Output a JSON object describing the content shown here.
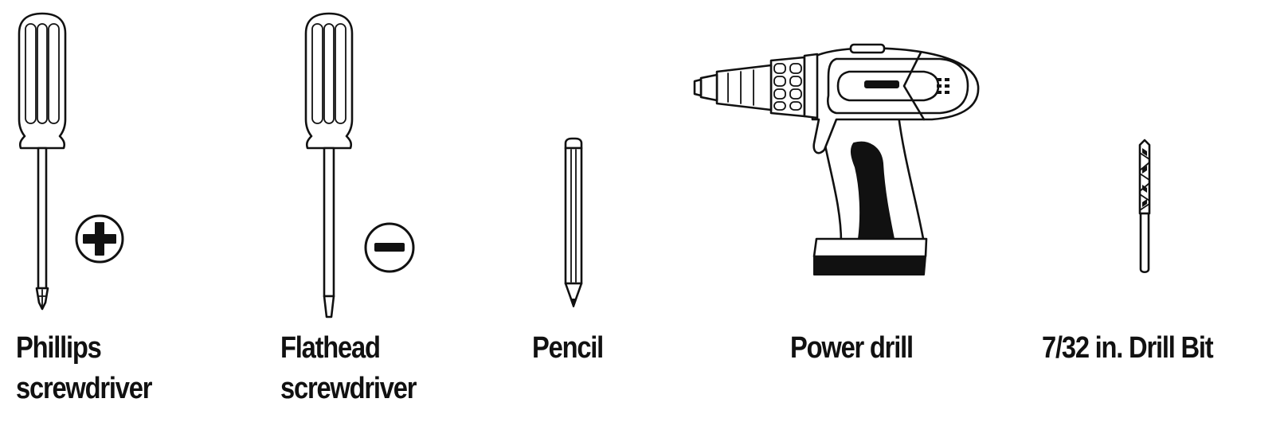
{
  "tools": [
    {
      "id": "phillips",
      "icon": "phillips-screwdriver-icon",
      "label_lines": [
        "Phillips",
        "screwdriver"
      ]
    },
    {
      "id": "flathead",
      "icon": "flathead-screwdriver-icon",
      "label_lines": [
        "Flathead",
        "screwdriver"
      ]
    },
    {
      "id": "pencil",
      "icon": "pencil-icon",
      "label_lines": [
        "Pencil"
      ]
    },
    {
      "id": "drill",
      "icon": "power-drill-icon",
      "label_lines": [
        "Power drill"
      ]
    },
    {
      "id": "bit",
      "icon": "drill-bit-icon",
      "label_lines": [
        "7/32 in. Drill Bit"
      ]
    }
  ],
  "badges": {
    "phillips": "phillips-head-symbol-icon",
    "flathead": "flathead-symbol-icon"
  },
  "colors": {
    "ink": "#111111",
    "background": "#ffffff"
  }
}
